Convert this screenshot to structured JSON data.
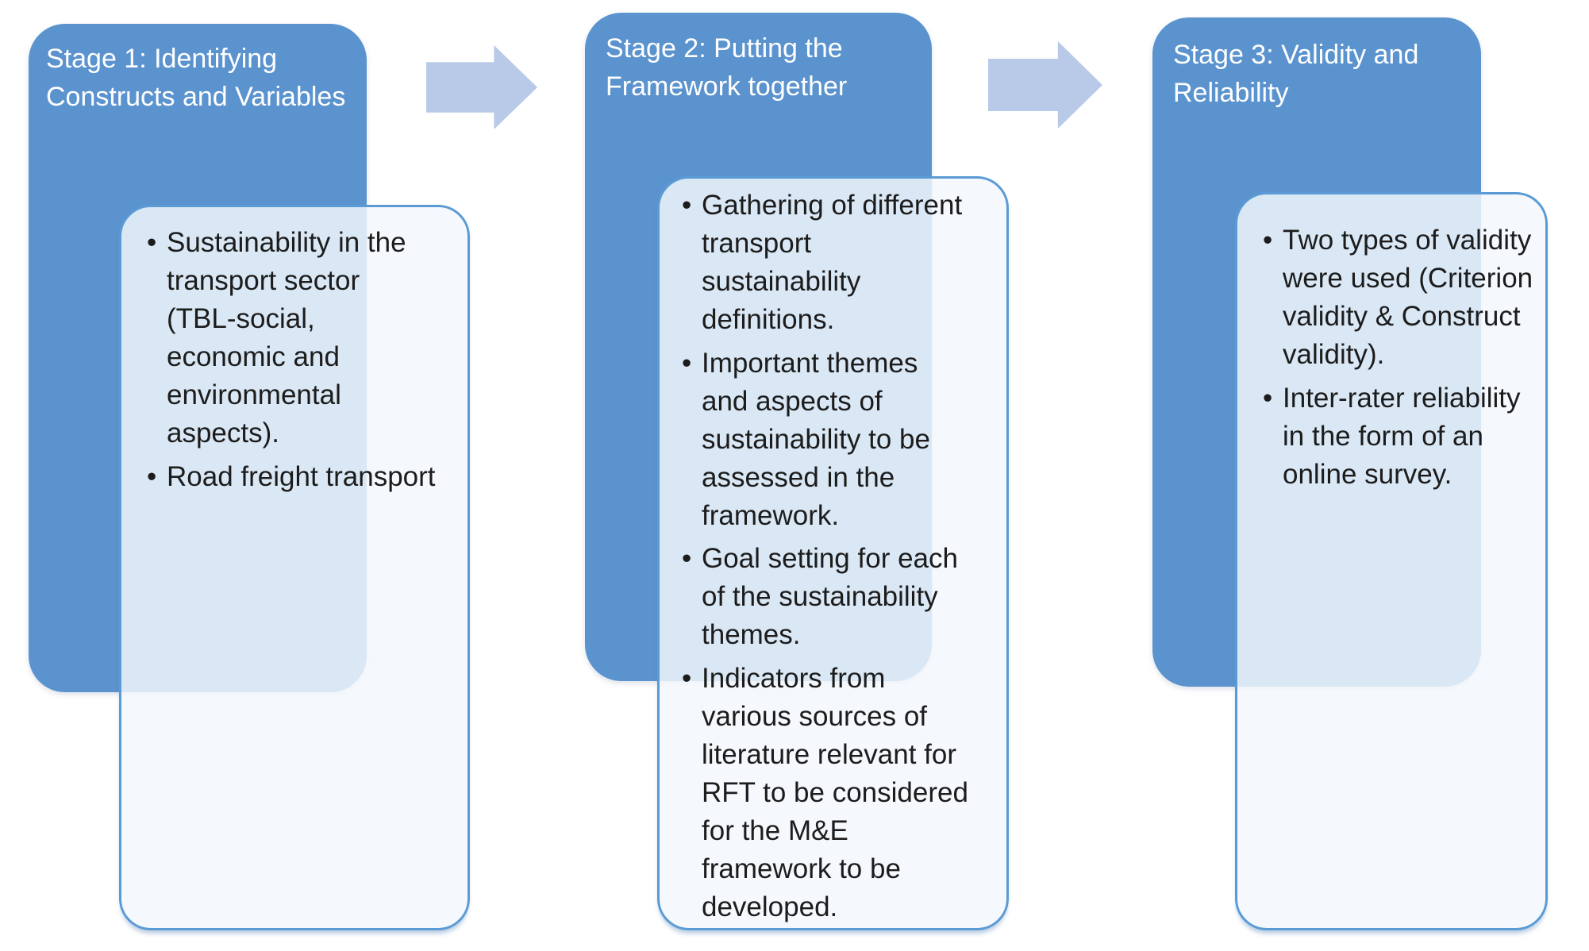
{
  "colors": {
    "header_blue": "#5b93ce",
    "arrow_blue": "#b8cae8",
    "border_blue": "#5b9bd5",
    "header_text": "#ffffff",
    "body_text": "#1c1c1c",
    "page_bg": "#ffffff"
  },
  "stages": [
    {
      "title": "Stage 1: Identifying Constructs and Variables",
      "bullets": [
        "Sustainability in the transport sector (TBL-social, economic and environmental aspects).",
        "Road freight transport"
      ]
    },
    {
      "title": "Stage 2: Putting the Framework together",
      "bullets": [
        "Gathering of different transport sustainability definitions.",
        "Important themes and aspects of sustainability to be assessed in the framework.",
        "Goal setting for each of the sustainability themes.",
        "Indicators from various sources of literature relevant for RFT to be considered for the M&E framework to be developed."
      ]
    },
    {
      "title": "Stage 3: Validity and Reliability",
      "bullets": [
        "Two types of validity were used (Criterion validity & Construct validity).",
        "Inter-rater reliability in the form of an online survey."
      ]
    }
  ]
}
